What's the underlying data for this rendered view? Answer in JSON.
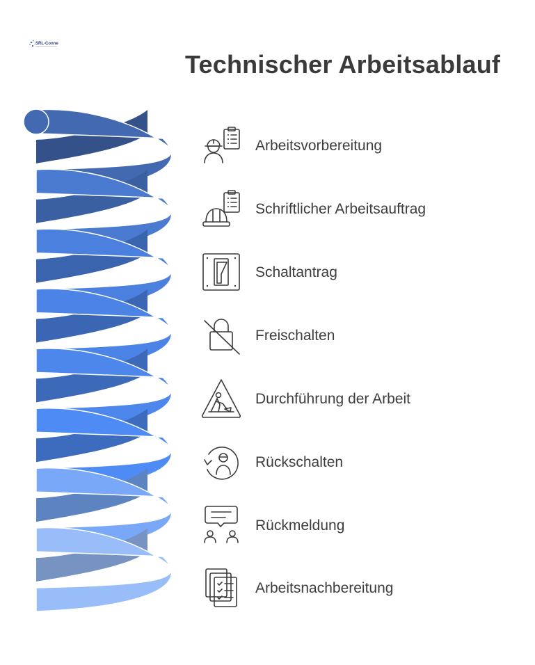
{
  "logo": {
    "text": "SRL-Connect.com"
  },
  "title": "Technischer Arbeitsablauf",
  "colors": {
    "coil": [
      "#4369b0",
      "#4b7bd0",
      "#4c80df",
      "#4c83e6",
      "#4d87ec",
      "#4e8bf5",
      "#78a8f7",
      "#98bdf8"
    ]
  },
  "steps": [
    {
      "label": "Arbeitsvorbereitung",
      "icon": "engineer-clipboard-icon"
    },
    {
      "label": "Schriftlicher Arbeitsauftrag",
      "icon": "hardhat-clipboard-icon"
    },
    {
      "label": "Schaltantrag",
      "icon": "switch-icon"
    },
    {
      "label": "Freischalten",
      "icon": "lock-crossed-icon"
    },
    {
      "label": "Durchführung der Arbeit",
      "icon": "construction-sign-icon"
    },
    {
      "label": "Rückschalten",
      "icon": "person-rotate-icon"
    },
    {
      "label": "Rückmeldung",
      "icon": "feedback-chat-icon"
    },
    {
      "label": "Arbeitsnachbereitung",
      "icon": "checklist-documents-icon"
    }
  ]
}
